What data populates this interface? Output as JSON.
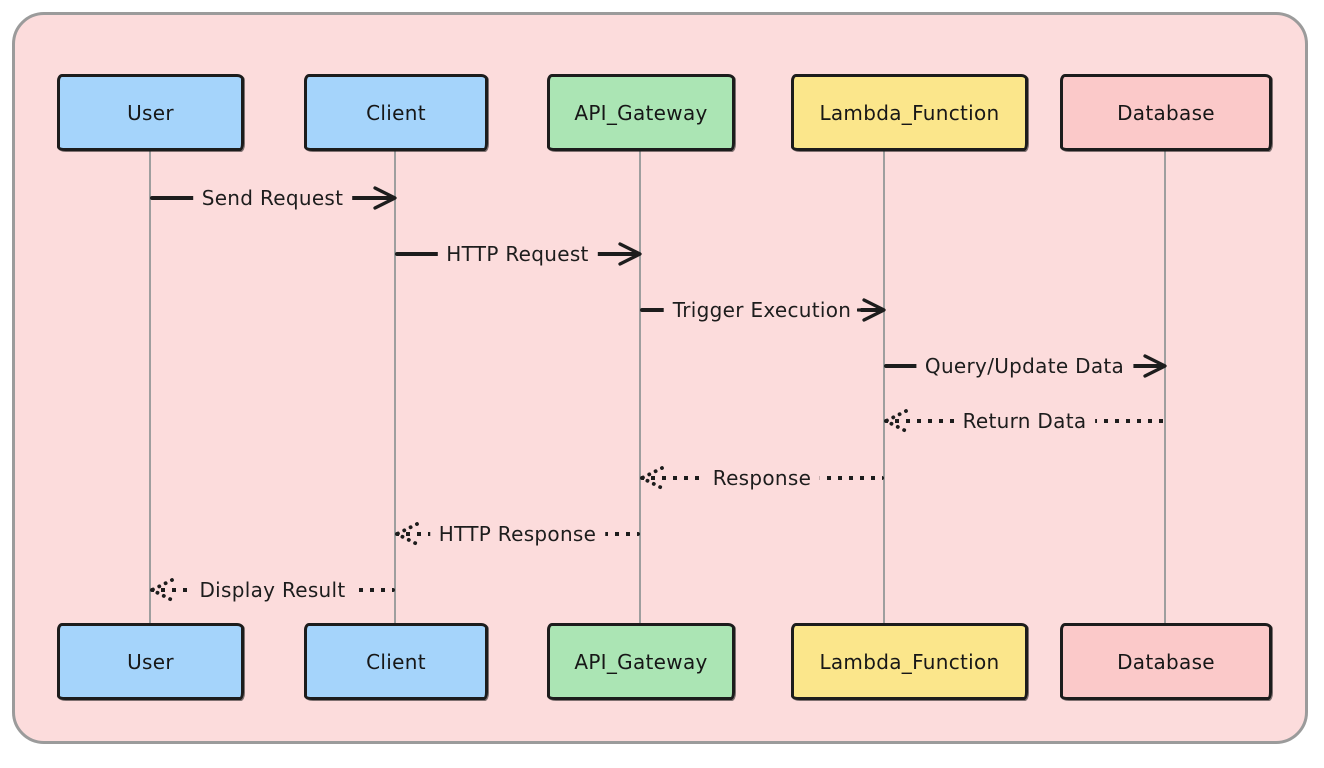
{
  "diagram": {
    "type": "sequence",
    "actors": [
      {
        "name": "User",
        "color": "#a5d4fb"
      },
      {
        "name": "Client",
        "color": "#a5d4fb"
      },
      {
        "name": "API_Gateway",
        "color": "#abe5b4"
      },
      {
        "name": "Lambda_Function",
        "color": "#fbe68b"
      },
      {
        "name": "Database",
        "color": "#fbc9c9"
      }
    ],
    "messages": [
      {
        "label": "Send Request",
        "from": "User",
        "to": "Client",
        "style": "solid",
        "direction": "right"
      },
      {
        "label": "HTTP Request",
        "from": "Client",
        "to": "API_Gateway",
        "style": "solid",
        "direction": "right"
      },
      {
        "label": "Trigger Execution",
        "from": "API_Gateway",
        "to": "Lambda_Function",
        "style": "solid",
        "direction": "right"
      },
      {
        "label": "Query/Update Data",
        "from": "Lambda_Function",
        "to": "Database",
        "style": "solid",
        "direction": "right"
      },
      {
        "label": "Return Data",
        "from": "Database",
        "to": "Lambda_Function",
        "style": "dashed",
        "direction": "left"
      },
      {
        "label": "Response",
        "from": "Lambda_Function",
        "to": "API_Gateway",
        "style": "dashed",
        "direction": "left"
      },
      {
        "label": "HTTP Response",
        "from": "API_Gateway",
        "to": "Client",
        "style": "dashed",
        "direction": "left"
      },
      {
        "label": "Display Result",
        "from": "Client",
        "to": "User",
        "style": "dashed",
        "direction": "left"
      }
    ],
    "colors": {
      "canvas_background": "#fcdcdc",
      "frame_border": "#9b9b9b",
      "box_border": "#1c1c1c",
      "line_color": "#1d1d1d",
      "lifeline_color": "#9e9e9e"
    }
  }
}
